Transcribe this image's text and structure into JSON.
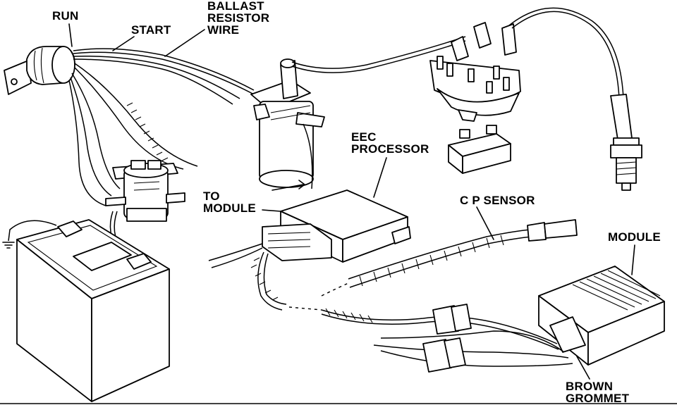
{
  "labels": {
    "run": "RUN",
    "start": "START",
    "ballast_line1": "BALLAST",
    "ballast_line2": "RESISTOR",
    "ballast_line3": "WIRE",
    "eec_line1": "EEC",
    "eec_line2": "PROCESSOR",
    "to_module_line1": "TO",
    "to_module_line2": "MODULE",
    "cp_sensor": "C P SENSOR",
    "module": "MODULE",
    "brown_line1": "BROWN",
    "brown_line2": "GROMMET"
  }
}
